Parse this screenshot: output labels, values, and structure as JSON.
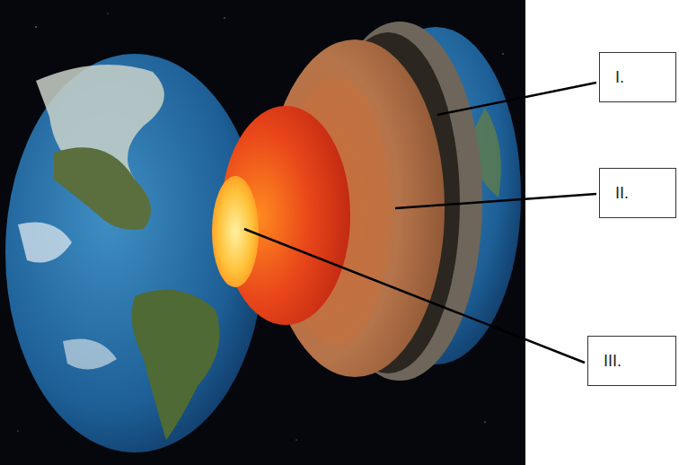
{
  "diagram": {
    "nodes": [
      {
        "text": [
          "I."
        ]
      },
      {
        "text": [
          "II."
        ]
      },
      {
        "text": [
          "III."
        ]
      }
    ]
  }
}
